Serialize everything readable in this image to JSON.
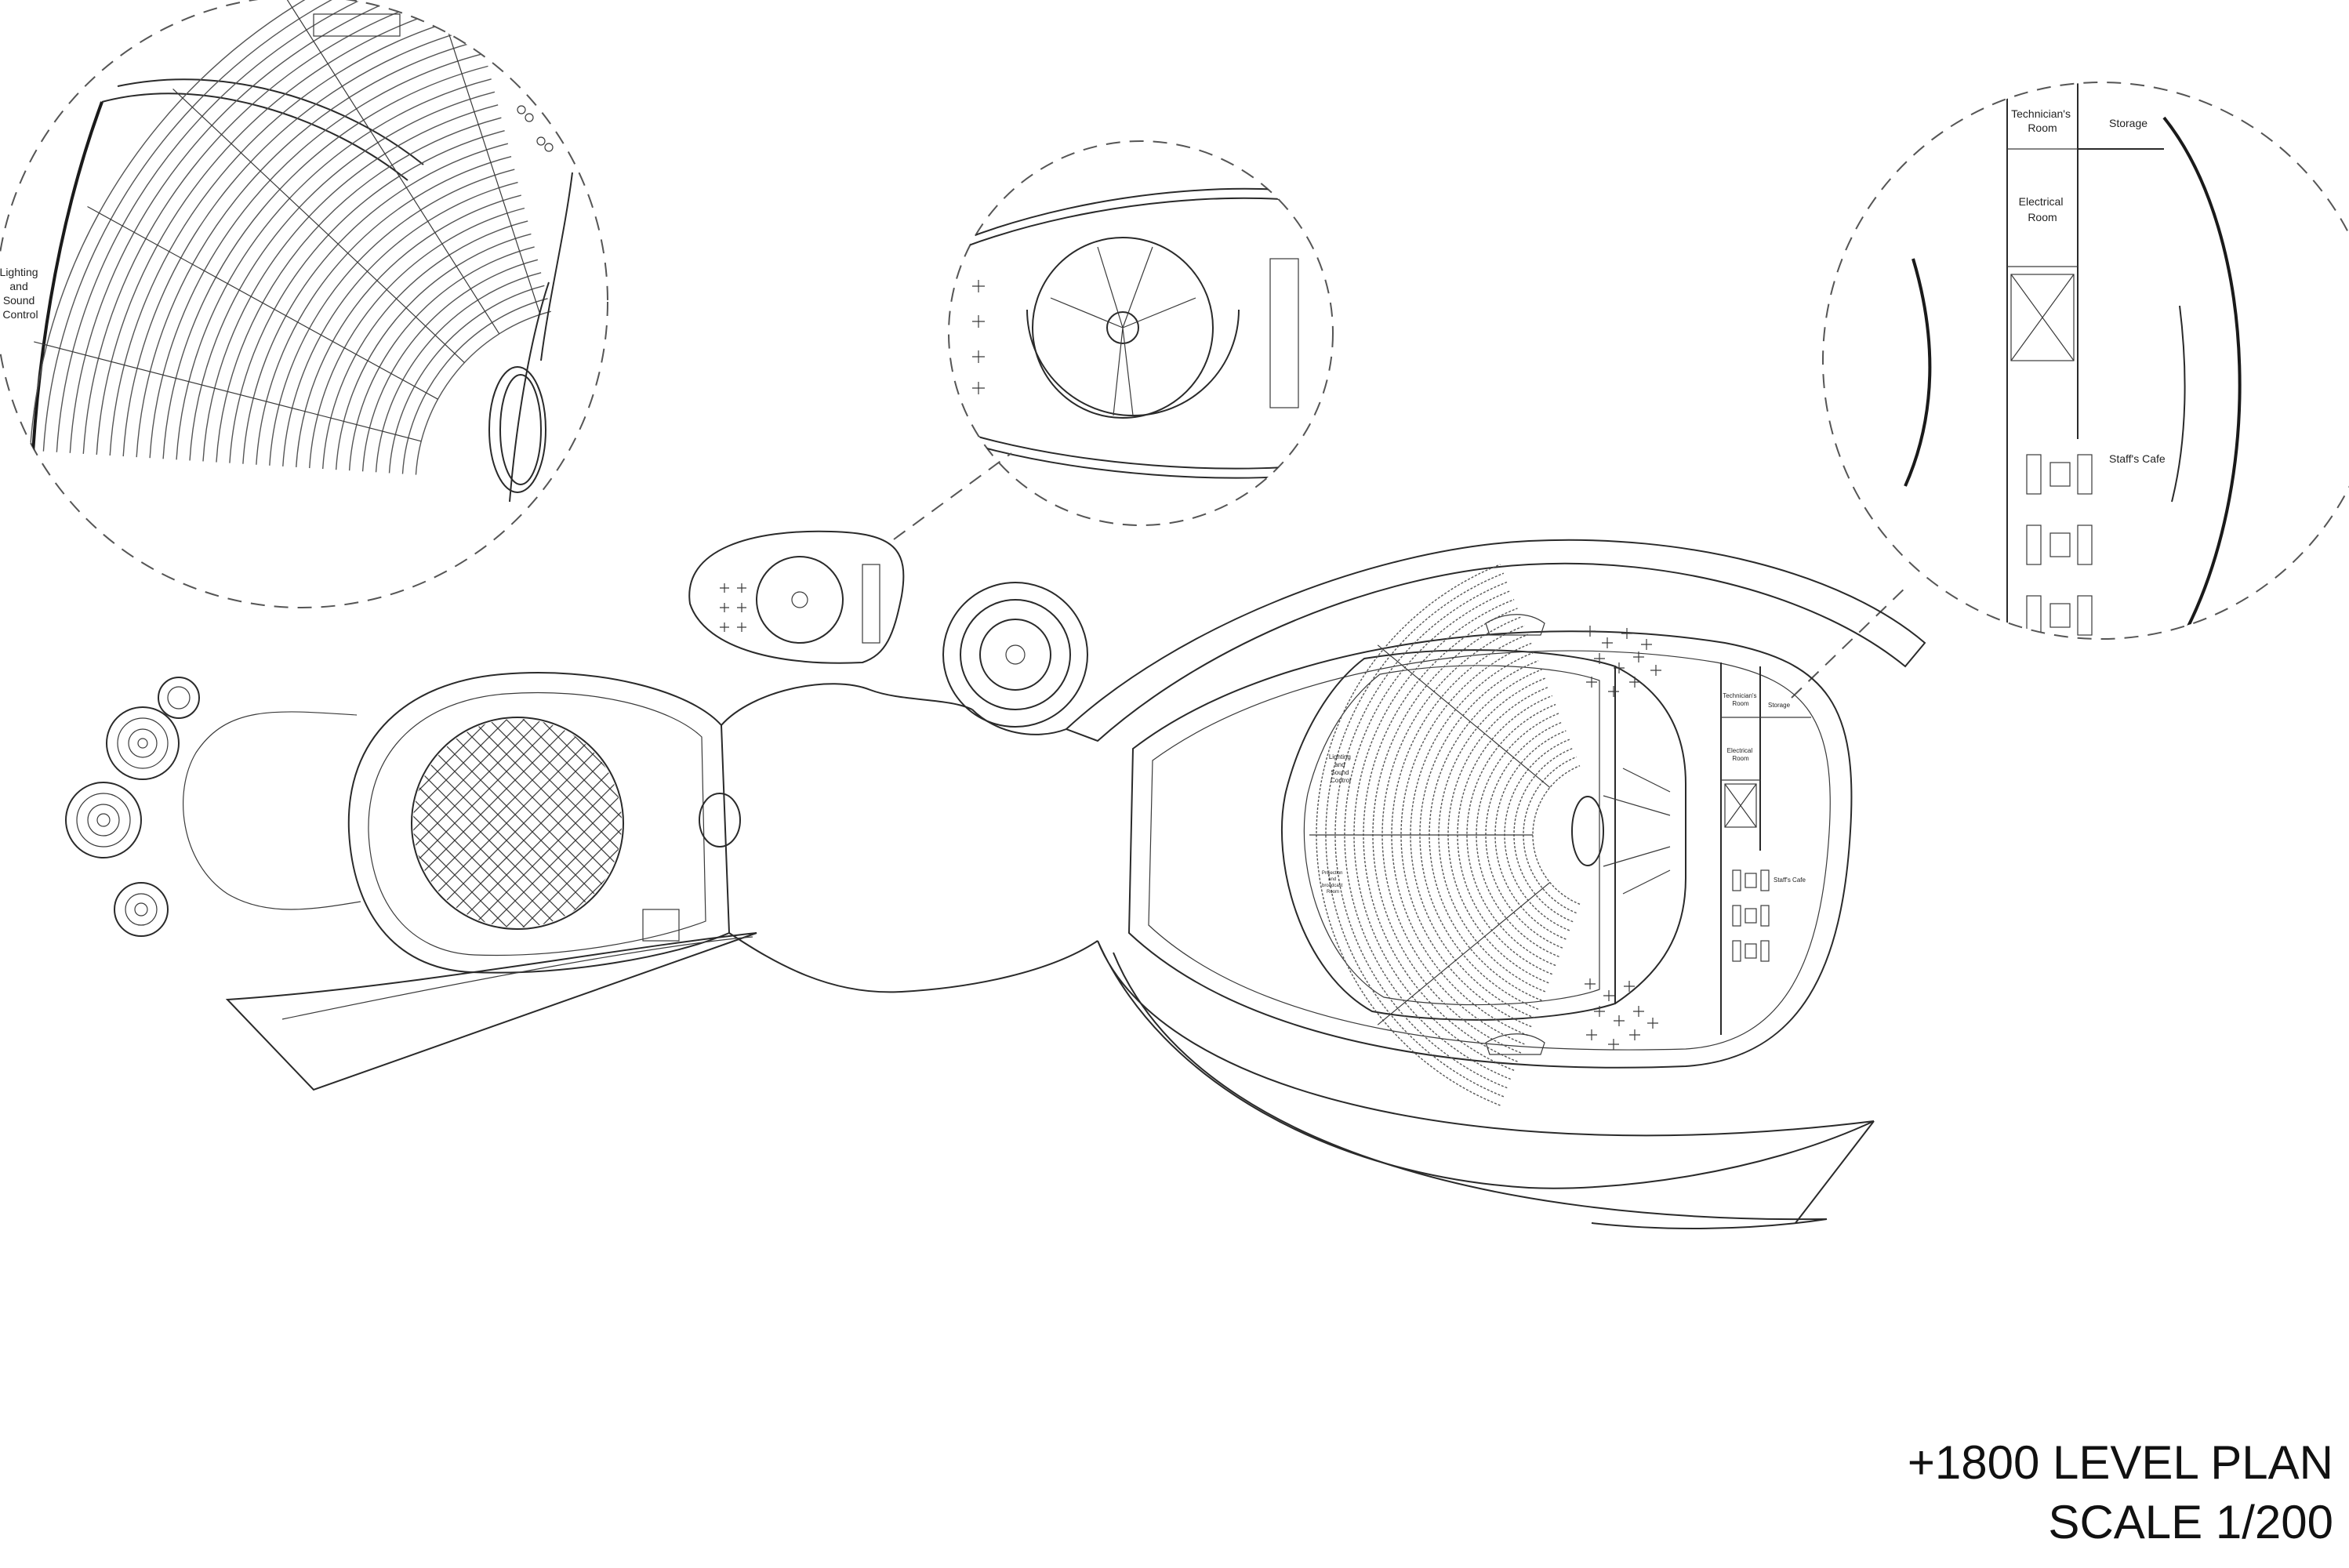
{
  "title": {
    "level": "+1800 LEVEL PLAN",
    "scale": "SCALE 1/200"
  },
  "detail_labels": {
    "lighting_sound_control": [
      "Lighting",
      "and",
      "Sound",
      "Control"
    ],
    "technicians_room": [
      "Technician's",
      "Room"
    ],
    "storage": "Storage",
    "electrical_room": [
      "Electrical",
      "Room"
    ],
    "staffs_cafe": "Staff's Cafe"
  },
  "plan_labels": {
    "lighting_sound_control": [
      "Lighting",
      "and",
      "Sound",
      "Control"
    ],
    "projection_room": [
      "Projection",
      "and",
      "broadcast",
      "Room"
    ],
    "technicians_room": [
      "Technician's",
      "Room"
    ],
    "storage": "Storage",
    "electrical_room": [
      "Electrical",
      "Room"
    ],
    "staffs_cafe": "Staff's Cafe"
  },
  "colors": {
    "line": "#2a2a2a",
    "background": "#ffffff"
  }
}
